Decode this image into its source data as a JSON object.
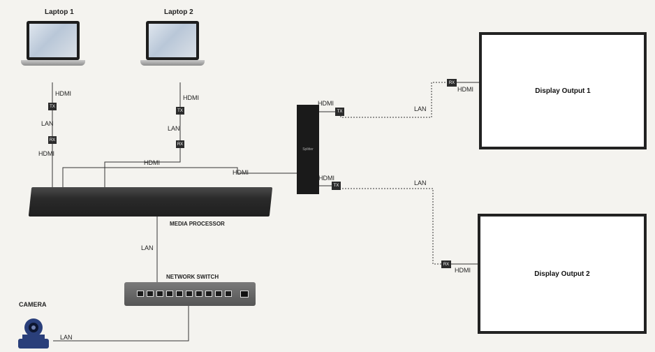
{
  "nodes": {
    "laptop1": "Laptop 1",
    "laptop2": "Laptop 2",
    "media_processor": "MEDIA PROCESSOR",
    "network_switch": "NETWORK SWITCH",
    "camera": "CAMERA",
    "splitter": "Splitter",
    "display1": "Display Output 1",
    "display2": "Display Output 2"
  },
  "devices": {
    "tx": "TX",
    "rx": "RX"
  },
  "connections": {
    "hdmi": "HDMI",
    "lan": "LAN"
  },
  "colors": {
    "wire": "#333333",
    "device": "#2b2b2b",
    "background": "#f4f3ef"
  }
}
